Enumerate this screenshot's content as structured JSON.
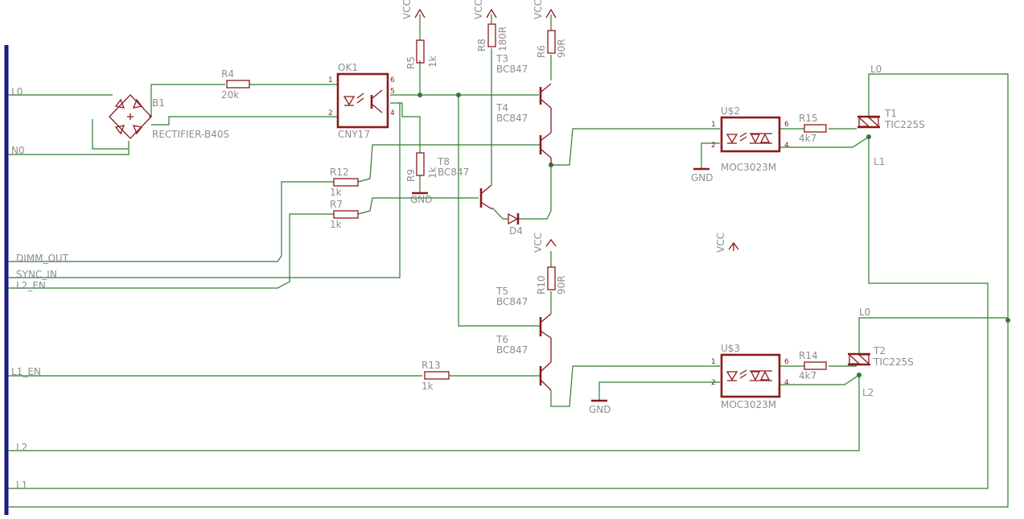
{
  "colors": {
    "wire": "#2e7d2e",
    "component": "#8b1a1a",
    "bus": "#1a1a80",
    "label": "#8e8e8e"
  },
  "nets": {
    "l0": "L0",
    "n0": "N0",
    "dimm_out": "DIMM_OUT",
    "sync_in": "SYNC_IN",
    "l2_en": "L2_EN",
    "l1_en": "L1_EN",
    "l2": "L2",
    "l1": "L1",
    "t1_l0": "L0",
    "t1_l1": "L1",
    "t2_l0": "L0",
    "t2_l2": "L2"
  },
  "power": {
    "vcc": "VCC",
    "gnd": "GND"
  },
  "parts": {
    "r4": {
      "name": "R4",
      "value": "20k"
    },
    "r5": {
      "name": "R5",
      "value": "1k"
    },
    "r8": {
      "name": "R8",
      "value": "180R"
    },
    "r6": {
      "name": "R6",
      "value": "90R"
    },
    "r9": {
      "name": "R9",
      "value": "1k"
    },
    "r12": {
      "name": "R12",
      "value": "1k"
    },
    "r7": {
      "name": "R7",
      "value": "1k"
    },
    "r10": {
      "name": "R10",
      "value": "90R"
    },
    "r13": {
      "name": "R13",
      "value": "1k"
    },
    "r15": {
      "name": "R15",
      "value": "4k7"
    },
    "r14": {
      "name": "R14",
      "value": "4k7"
    },
    "b1": {
      "name": "B1",
      "value": "RECTIFIER-B40S"
    },
    "ok1": {
      "name": "OK1",
      "value": "CNY17"
    },
    "t3": {
      "name": "T3",
      "value": "BC847"
    },
    "t4": {
      "name": "T4",
      "value": "BC847"
    },
    "t8": {
      "name": "T8",
      "value": "BC847"
    },
    "t5": {
      "name": "T5",
      "value": "BC847"
    },
    "t6": {
      "name": "T6",
      "value": "BC847"
    },
    "d4": {
      "name": "D4"
    },
    "u2": {
      "name": "U$2",
      "value": "MOC3023M"
    },
    "u3": {
      "name": "U$3",
      "value": "MOC3023M"
    },
    "t1": {
      "name": "T1",
      "value": "TIC225S"
    },
    "t2": {
      "name": "T2",
      "value": "TIC225S"
    }
  },
  "pins": {
    "p1": "1",
    "p2": "2",
    "p4": "4",
    "p5": "5",
    "p6": "6"
  }
}
